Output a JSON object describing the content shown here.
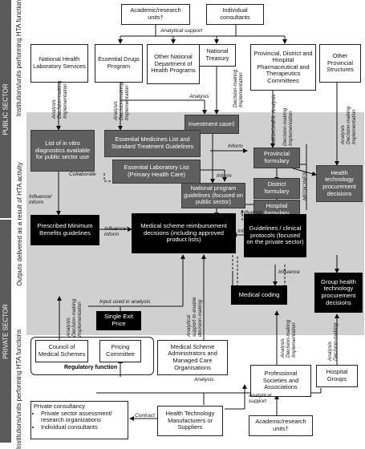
{
  "side_labels": {
    "public": "PUBLIC SECTOR",
    "private": "PRIVATE SECTOR"
  },
  "row_labels": {
    "institutions_top": "Institutions/units performing HTA functions",
    "outputs": "Outputs delivered as a result of HTA activity",
    "institutions_bottom": "Institutions/units performing HTA functions"
  },
  "nodes": {
    "academic_top": "Academic/research units†",
    "individual_consultants": "Individual consultants",
    "nhls": "National Health Laboratory Services",
    "edp": "Essential Drugs Program",
    "other_ndoh": "Other National Department of Health Programs",
    "treasury": "National Treasury",
    "provincial_committees": "Provincial, District and Hospital Pharmaceutical and Therapeutics Committees",
    "other_provincial": "Other Provincial Structures",
    "investment_case": "Investment case‡",
    "ivd_list": "List of in vitro diagnostics available for public sector use",
    "eml": "Essential Medicines List and Standard Treatment Guidelines",
    "elab": "Essential Laboratory List (Primary Health Care)",
    "prov_formulary": "Provincial formulary",
    "district_formulary": "District formulary",
    "hospital_formulary": "Hospital formulary",
    "national_guidelines": "National program guidelines (focused on public sector)",
    "htp_decisions": "Health technology procurement decisions",
    "pmb": "Prescribed Minimum Benefits guidelines",
    "medical_scheme": "Medical scheme reimbursement decisions (including approved product lists)",
    "clinical_protocols": "Guidelines / clinical protocols (focused on the private sector)",
    "medical_coding": "Medical coding",
    "group_htp": "Group health technology procurement decisions",
    "single_exit": "Single Exit Price",
    "cms": "Council of Medical Schemes",
    "pricing": "Pricing Committee",
    "regulatory": "Regulatory function",
    "msa": "Medical Scheme Administrators and Managed Care Organisations",
    "professional": "Professional Societies and Associations",
    "hospital_groups": "Hospital Groups",
    "private_consultancy_title": "Private consultancy",
    "private_consultancy_items": [
      "Private sector assessment/ research organizations",
      "Individual consultants"
    ],
    "manufacturers": "Health Technology Manufacturers or Suppliers",
    "academic_bottom": "Academic/research units†"
  },
  "edge_labels": {
    "analytical_support_top": "Analytical support",
    "analysis_nhls": "Analysis\nDecision-making\nImplementation",
    "analysis_edp": "Analysis\nDecision-making\nImplementation",
    "treasury_dm": "Decision-making\nImplementation",
    "analysis_ic": "Analysis",
    "medicines_vert": "MEDICINES: Analysis",
    "dm_impl_prov": "Decision-making\nImplementation",
    "analysis_other_prov": "Analysis\nDecision-making\nImplementation",
    "inform_1": "Inform",
    "inform_2": "Inform",
    "collaborate": "Collaborate",
    "medicines_side": "MEDICINES",
    "influence_inform_v": "Influence/\ninform",
    "influence_top": "Influence",
    "influence_inform_h": "Influence/\ninform",
    "influence_mid": "Influence",
    "influence_coding": "Influence",
    "input_used": "Input used in analysis",
    "analysis_cms": "Analysis\nDecision-making\nImplementation",
    "analytical_support_msa": "Analytical\nsupport to enable\ndecision-making",
    "analysis_msa": "Analysis",
    "analysis_prof": "Analysis\nDecision-making\nImplementation",
    "analysis_group": "Analysis\nDecision-making",
    "contract": "Contract",
    "analytical_support_bottom": "Analytical\nsupport"
  }
}
